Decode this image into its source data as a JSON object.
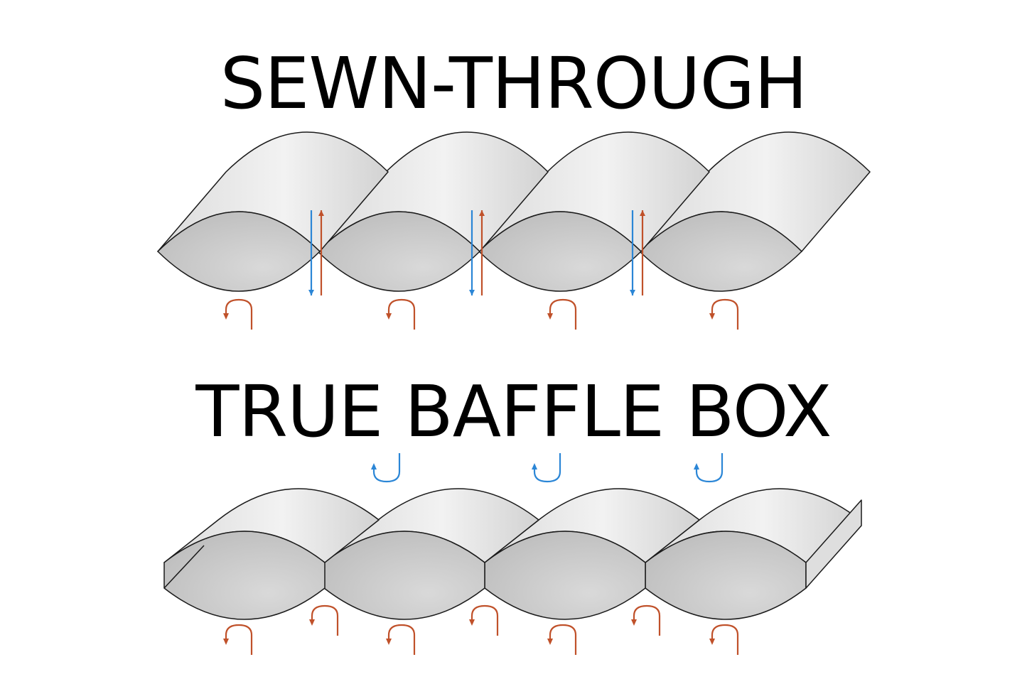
{
  "diagram": {
    "sections": [
      {
        "title": "SEWN-THROUGH"
      },
      {
        "title": "TRUE BAFFLE BOX"
      }
    ],
    "colors": {
      "tube_top": "#eeeeee",
      "tube_face": "#c6c6c6",
      "outline": "#1a1a1a",
      "heat_loss_arrow": "#c0512a",
      "cold_arrow": "#2b86d6",
      "background": "#ffffff"
    },
    "icons": [
      "heat-loss-arrow",
      "cold-entry-arrow",
      "u-turn-arrow"
    ]
  }
}
